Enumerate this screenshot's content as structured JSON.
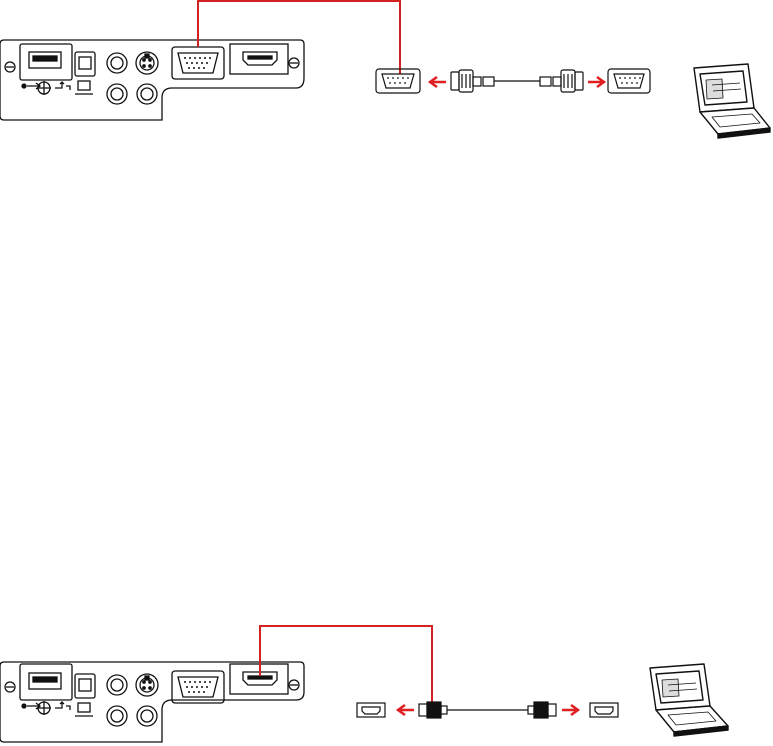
{
  "diagrams": [
    {
      "id": "vga-connection",
      "port_highlighted": "vga",
      "cable": "vga-cable",
      "device": "laptop",
      "arrow_color": "#e02020",
      "highlight_color": "#d42020"
    },
    {
      "id": "hdmi-connection",
      "port_highlighted": "hdmi",
      "cable": "hdmi-cable",
      "device": "laptop",
      "arrow_color": "#e02020",
      "highlight_color": "#d42020"
    }
  ],
  "icons": [
    "usb-a-port-icon",
    "usb-b-port-icon",
    "computer-icon",
    "usb-symbol-icon",
    "rca-jack-icon",
    "s-video-port-icon",
    "vga-port-icon",
    "hdmi-port-icon",
    "laptop-icon",
    "cable-icon",
    "arrow-left-icon",
    "arrow-right-icon"
  ]
}
